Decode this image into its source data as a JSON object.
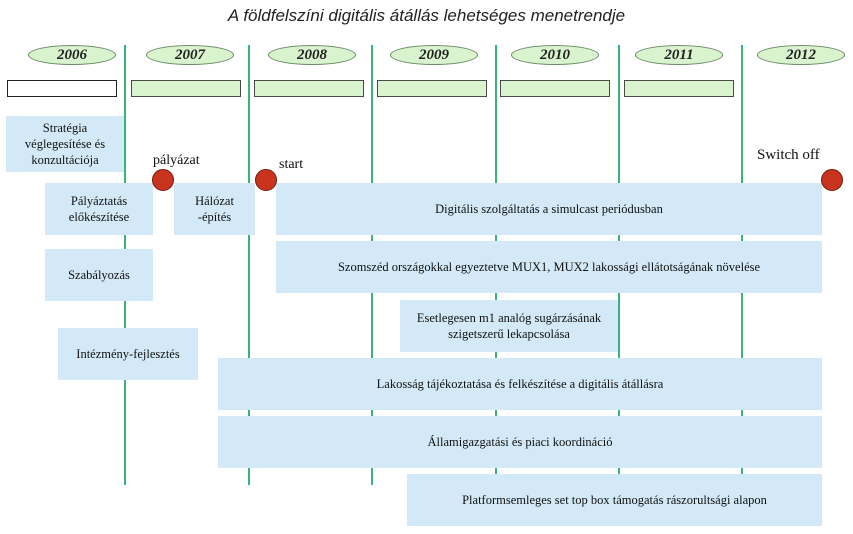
{
  "title": "A földfelszíni digitális átállás lehetséges menetrendje",
  "years": [
    "2006",
    "2007",
    "2008",
    "2009",
    "2010",
    "2011",
    "2012"
  ],
  "milestones": {
    "palyazat": "pályázat",
    "start": "start",
    "switch_off": "Switch off"
  },
  "tasks": {
    "strategia": "Stratégia véglegesítése és konzultációja",
    "palyaztatas": "Pályáztatás előkészítése",
    "halozat": "Hálózat -építés",
    "szabalyozas": "Szabályozás",
    "intezmeny": "Intézmény-fejlesztés",
    "digitalis": "Digitális szolgáltatás a simulcast periódusban",
    "szomszed": "Szomszéd országokkal egyeztetve MUX1, MUX2 lakossági ellátotságának növelése",
    "esetleges": "Esetlegesen m1 analóg sugárzásának szigetszerű lekapcsolása",
    "lakossag": "Lakosság tájékoztatása és felkészítése a digitális átállásra",
    "allamigazgatasi": "Államigazgatási és piaci koordináció",
    "platform": "Platformsemleges set top box támogatás rászorultsági alapon"
  }
}
